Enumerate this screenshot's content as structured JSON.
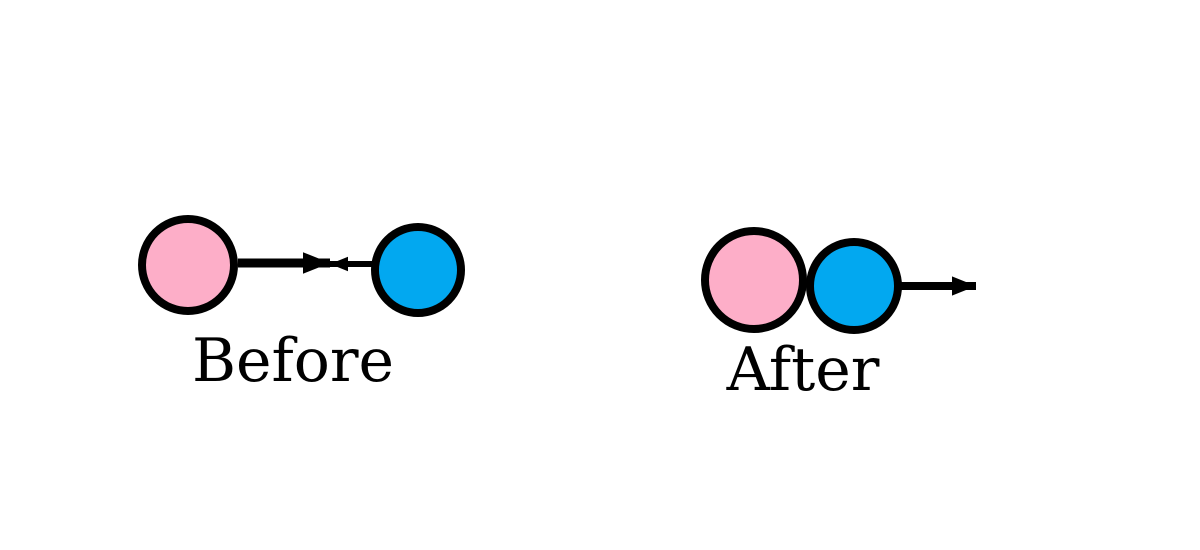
{
  "colors": {
    "pink": "#fdaec8",
    "blue": "#02a8f0",
    "outline": "#000000"
  },
  "before": {
    "label": "Before",
    "left_ball": "pink",
    "right_ball": "blue",
    "arrows": [
      "right",
      "left"
    ]
  },
  "after": {
    "label": "After",
    "left_ball": "pink",
    "right_ball": "blue",
    "arrows": [
      "right"
    ]
  }
}
